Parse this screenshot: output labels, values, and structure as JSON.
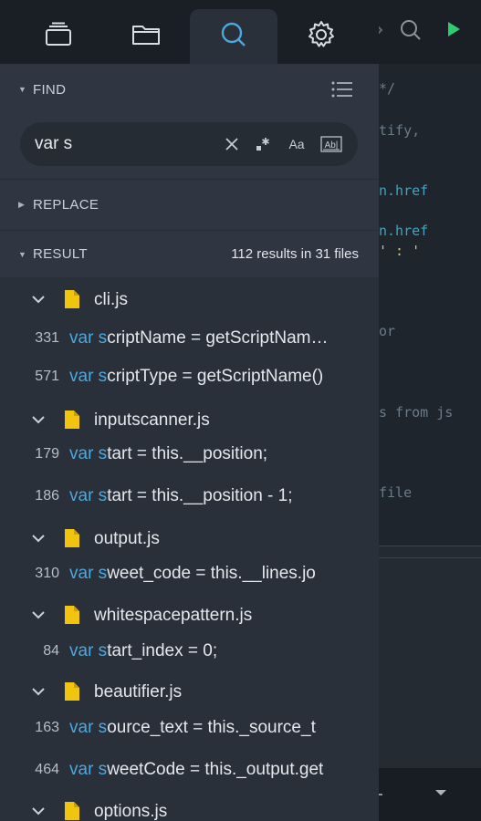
{
  "tabs": [
    {
      "name": "tab-tabs",
      "icon": "stack-icon",
      "active": false
    },
    {
      "name": "tab-files",
      "icon": "folder-icon",
      "active": false
    },
    {
      "name": "tab-search",
      "icon": "search-icon",
      "active": true
    },
    {
      "name": "tab-settings",
      "icon": "gear-icon",
      "active": false
    }
  ],
  "find": {
    "label": "FIND",
    "query": "var s"
  },
  "replace": {
    "label": "REPLACE"
  },
  "result": {
    "label": "RESULT",
    "count_text": "112 results in 31 files"
  },
  "results": [
    {
      "type": "file",
      "name": "cli.js"
    },
    {
      "type": "match",
      "line": "331",
      "highlight": "var s",
      "text": "criptName = getScriptNam…"
    },
    {
      "type": "match",
      "line": "571",
      "highlight": "var s",
      "text": "criptType = getScriptName()"
    },
    {
      "type": "file",
      "name": "inputscanner.js"
    },
    {
      "type": "match",
      "line": "179",
      "highlight": "var s",
      "text": "tart = this.__position;"
    },
    {
      "type": "match",
      "line": "186",
      "highlight": "var s",
      "text": "tart = this.__position - 1;"
    },
    {
      "type": "file",
      "name": "output.js"
    },
    {
      "type": "match",
      "line": "310",
      "highlight": "var s",
      "text": "weet_code = this.__lines.jo"
    },
    {
      "type": "file",
      "name": "whitespacepattern.js"
    },
    {
      "type": "match",
      "line": "84",
      "highlight": "var s",
      "text": "tart_index = 0;"
    },
    {
      "type": "file",
      "name": "beautifier.js"
    },
    {
      "type": "match",
      "line": "163",
      "highlight": "var s",
      "text": "ource_text = this._source_t"
    },
    {
      "type": "match",
      "line": "464",
      "highlight": "var s",
      "text": "weetCode = this._output.get"
    },
    {
      "type": "file",
      "name": "options.js"
    }
  ],
  "editor_peek": {
    "lines": [
      {
        "text": "  */",
        "tone": "gray"
      },
      {
        "text": "tify,",
        "tone": "gray"
      },
      {
        "text": "n.href",
        "tone": "cyan"
      },
      {
        "text": "n.href",
        "tone": "cyan"
      },
      {
        "text": "' : '",
        "tone": "yellow"
      },
      {
        "text": "or",
        "tone": "gray"
      },
      {
        "text": "s from js",
        "tone": "gray"
      },
      {
        "text": "file",
        "tone": "gray"
      }
    ]
  },
  "colors": {
    "accent": "#4aa8e0",
    "file_icon": "#f1c40f",
    "run": "#2ecc71"
  }
}
